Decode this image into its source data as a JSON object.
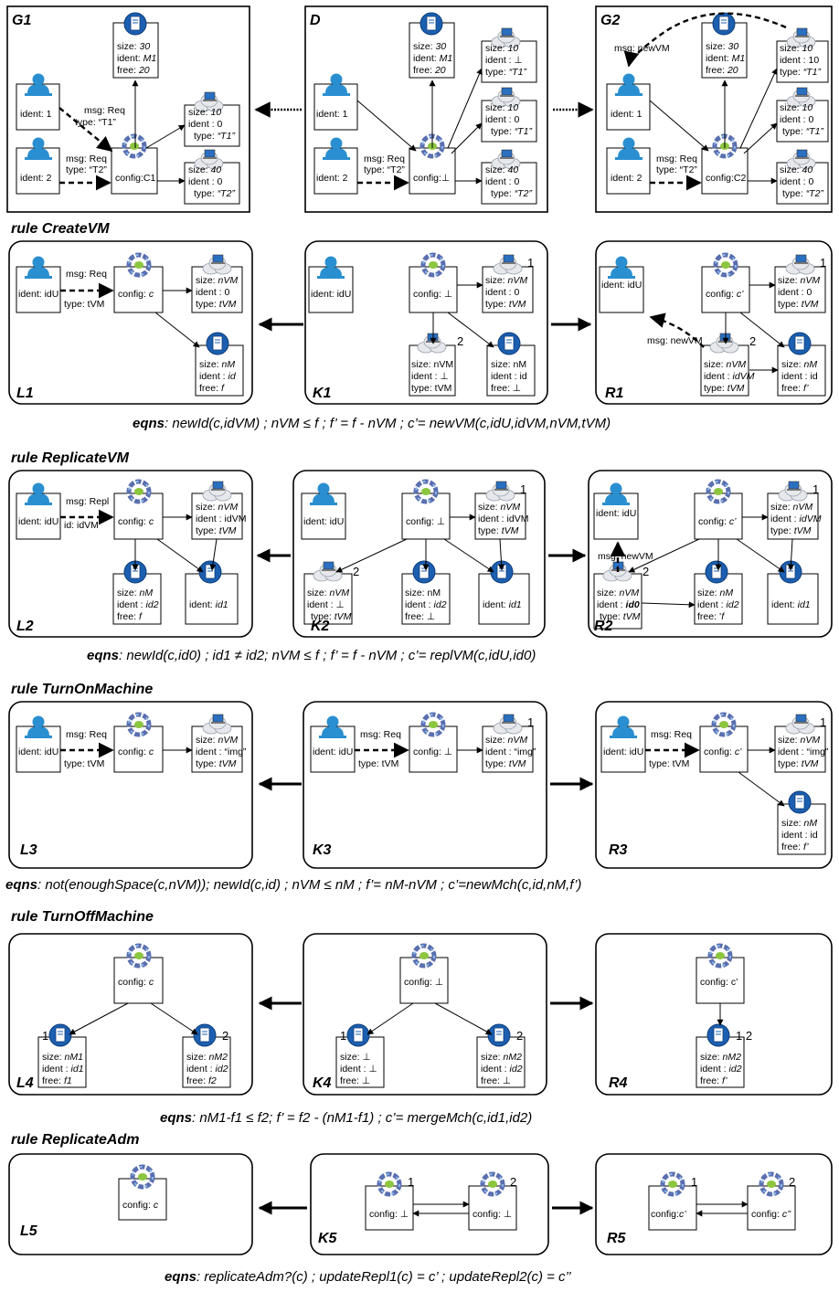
{
  "panels": [
    {
      "name": "G1"
    },
    {
      "name": "D"
    },
    {
      "name": "G2"
    },
    {
      "name": "L1"
    },
    {
      "name": "K1"
    },
    {
      "name": "R1"
    },
    {
      "name": "L2"
    },
    {
      "name": "K2"
    },
    {
      "name": "R2"
    },
    {
      "name": "L3"
    },
    {
      "name": "K3"
    },
    {
      "name": "R3"
    },
    {
      "name": "L4"
    },
    {
      "name": "K4"
    },
    {
      "name": "R4"
    },
    {
      "name": "L5"
    },
    {
      "name": "K5"
    },
    {
      "name": "R5"
    }
  ],
  "rules": [
    {
      "title": "rule CreateVM",
      "eqns_label": "eqns",
      "eqns": ": newId(c,idVM)  ;  nVM ≤ f  ;  f’  = f - nVM ; c’= newVM(c,idU,idVM,nVM,tVM)"
    },
    {
      "title": "rule ReplicateVM",
      "eqns_label": "eqns",
      "eqns": ": newId(c,id0) ; id1 ≠ id2;  nVM ≤ f  ;  f’  = f - nVM ; c’= replVM(c,idU,id0)"
    },
    {
      "title": "rule TurnOnMachine",
      "eqns_label": "eqns",
      "eqns": ": not(enoughSpace(c,nVM));  newId(c,id)  ; nVM ≤ nM ; f’= nM-nVM ; c’=newMch(c,id,nM,f’)"
    },
    {
      "title": "rule TurnOffMachine",
      "eqns_label": "eqns",
      "eqns": ": nM1-f1 ≤ f2;  f’  = f2 - (nM1-f1) ; c’= mergeMch(c,id1,id2)"
    },
    {
      "title": "rule ReplicateAdm",
      "eqns_label": "eqns",
      "eqns": ": replicateAdm?(c) ;  updateRepl1(c) = c’  ; updateRepl2(c) = c’’"
    }
  ],
  "colors": {
    "user": "#2a8fd0",
    "server": "#1c5fb0",
    "cloud": "#e6e8ec",
    "config_ring": "#5a6fb0",
    "config_center": "#8cc63f",
    "line": "#000000"
  }
}
